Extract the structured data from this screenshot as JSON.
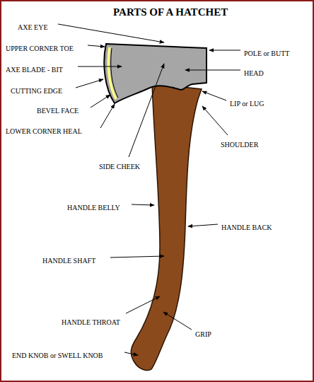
{
  "diagram": {
    "title": "PARTS OF A HATCHET",
    "labels": [
      "AXE EYE",
      "UPPER CORNER TOE",
      "POLE or BUTT",
      "AXE BLADE - BIT",
      "HEAD",
      "CUTTING EDGE",
      "LIP or LUG",
      "BEVEL FACE",
      "LOWER CORNER HEAL",
      "SHOULDER",
      "SIDE CHEEK",
      "HANDLE BELLY",
      "HANDLE BACK",
      "HANDLE SHAFT",
      "HANDLE THROAT",
      "GRIP",
      "END KNOB or SWELL KNOB"
    ]
  }
}
